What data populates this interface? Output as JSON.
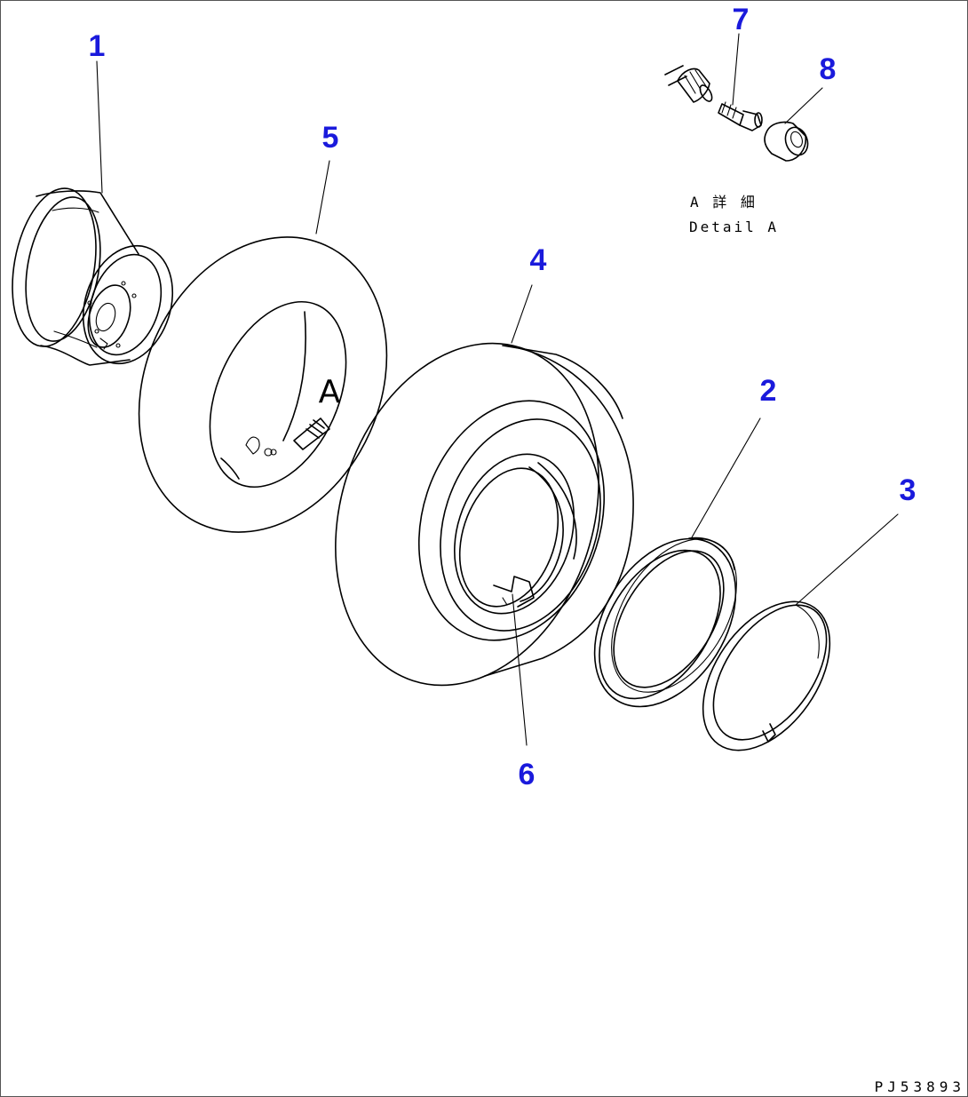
{
  "diagram": {
    "callouts": [
      {
        "id": "1",
        "label": "1"
      },
      {
        "id": "2",
        "label": "2"
      },
      {
        "id": "3",
        "label": "3"
      },
      {
        "id": "4",
        "label": "4"
      },
      {
        "id": "5",
        "label": "5"
      },
      {
        "id": "6",
        "label": "6"
      },
      {
        "id": "7",
        "label": "7"
      },
      {
        "id": "8",
        "label": "8"
      }
    ],
    "view_marker": "A",
    "detail_label_jp": "A 詳 細",
    "detail_label_en": "Detail A",
    "drawing_code": "PJ53893",
    "colors": {
      "callout": "#1a1adc",
      "line": "#000000",
      "background": "#ffffff"
    }
  }
}
